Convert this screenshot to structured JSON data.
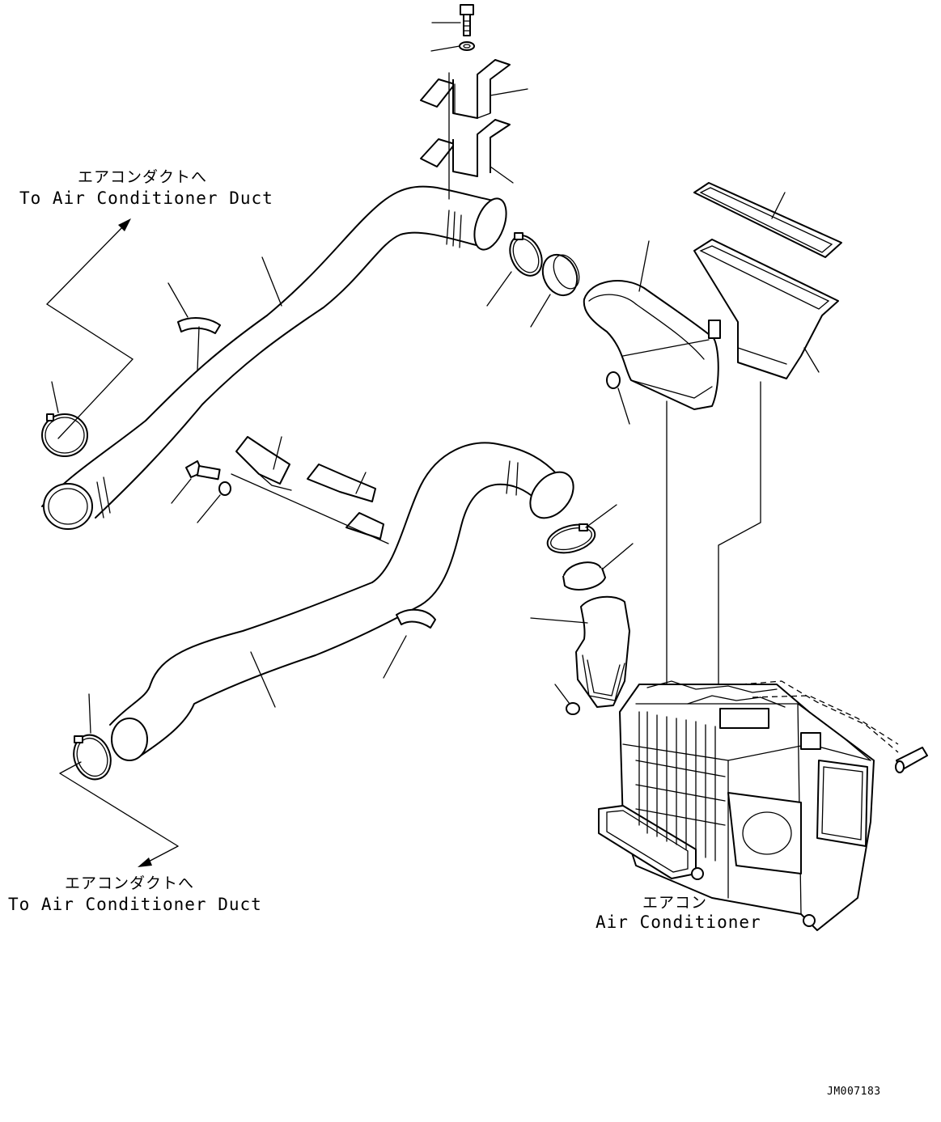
{
  "labels": {
    "upper_duct_jp": "エアコンダクトへ",
    "upper_duct_en": "To Air Conditioner Duct",
    "lower_duct_jp": "エアコンダクトへ",
    "lower_duct_en": "To Air Conditioner Duct",
    "aircon_jp": "エアコン",
    "aircon_en": "Air Conditioner",
    "drawing_code": "JM007183"
  }
}
